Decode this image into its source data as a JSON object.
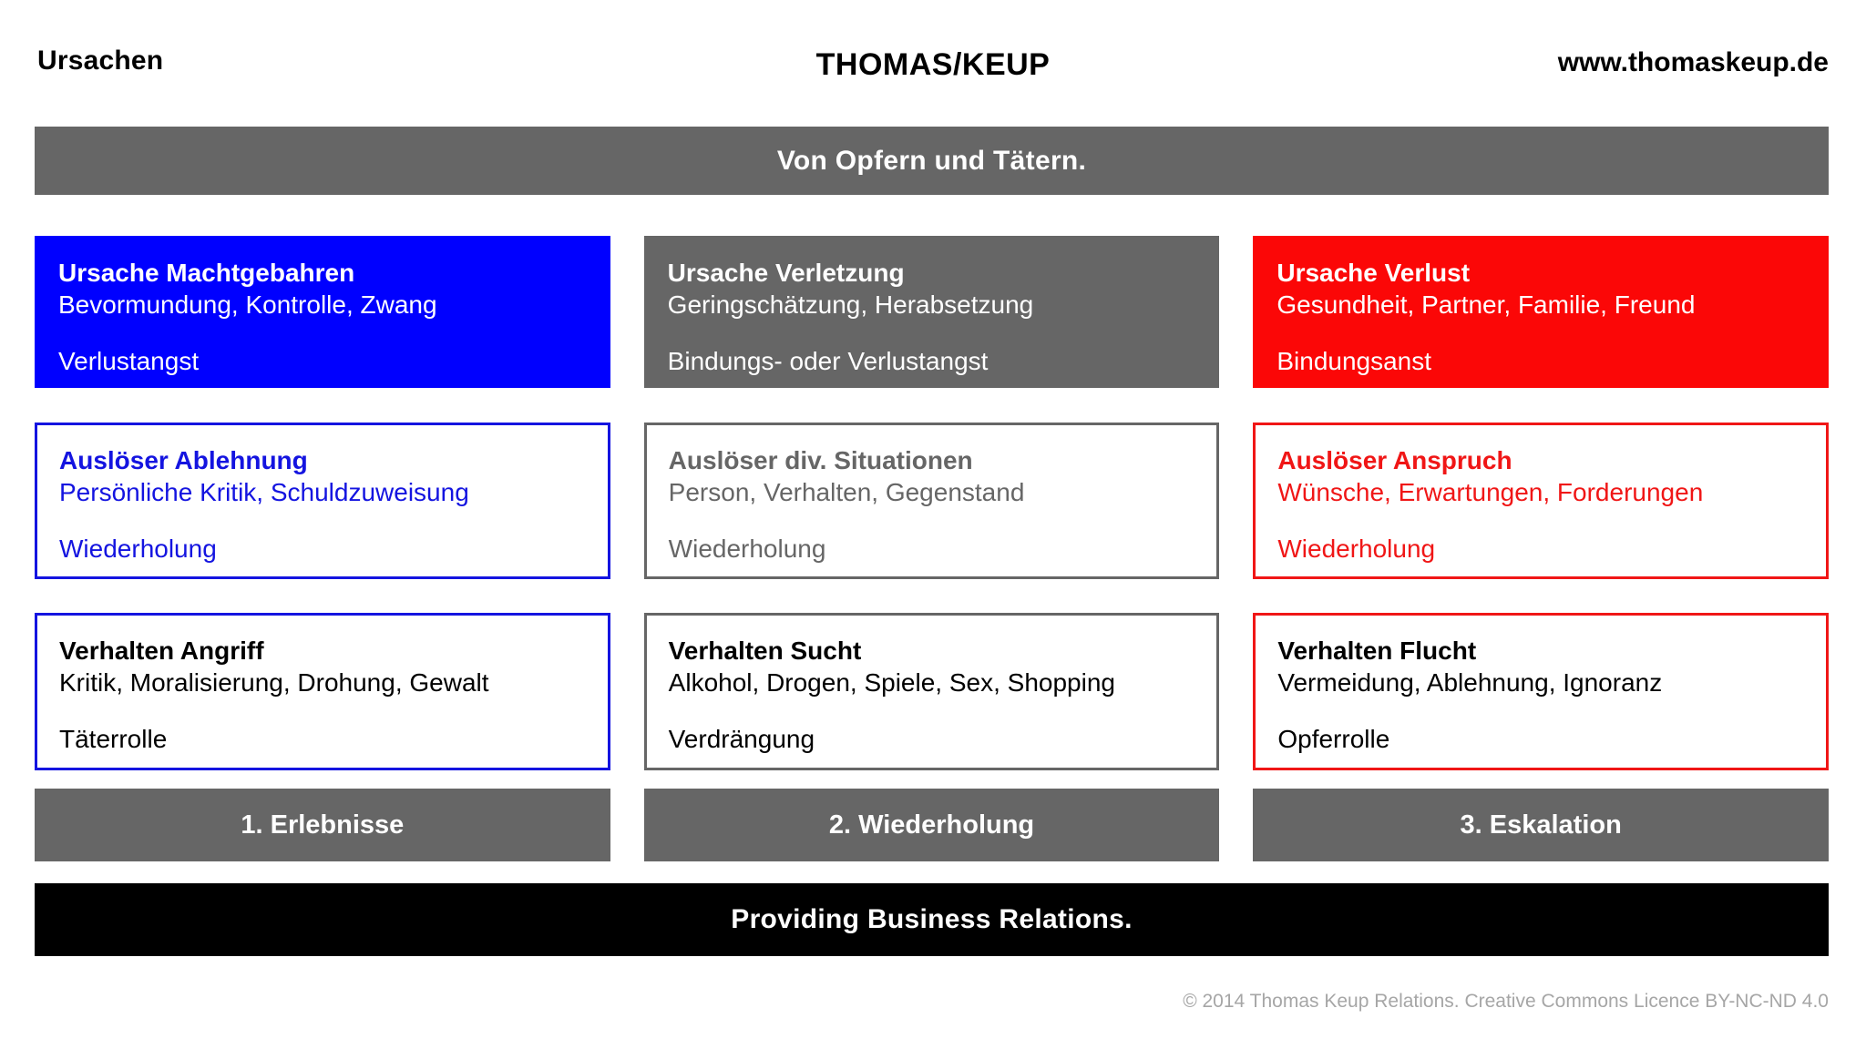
{
  "header": {
    "left_label": "Ursachen",
    "brand": "THOMAS/KEUP",
    "website": "www.thomaskeup.de"
  },
  "banners": {
    "top": "Von Opfern und Tätern.",
    "bottom": "Providing Business Relations."
  },
  "colors": {
    "blue": "#0000FF",
    "gray": "#666666",
    "red": "#FB0707",
    "black": "#000000",
    "white": "#FFFFFF",
    "copyright_gray": "#A6A6A6"
  },
  "rows": [
    {
      "name": "ursache",
      "cards": [
        {
          "title": "Ursache Machtgebahren",
          "subtitle": "Bevormundung, Kontrolle, Zwang",
          "note": "Verlustangst"
        },
        {
          "title": "Ursache Verletzung",
          "subtitle": "Geringschätzung, Herabsetzung",
          "note": "Bindungs- oder Verlustangst"
        },
        {
          "title": "Ursache Verlust",
          "subtitle": "Gesundheit, Partner, Familie, Freund",
          "note": "Bindungsanst"
        }
      ]
    },
    {
      "name": "ausloeser",
      "cards": [
        {
          "title": "Auslöser Ablehnung",
          "subtitle": "Persönliche Kritik, Schuldzuweisung",
          "note": "Wiederholung"
        },
        {
          "title": "Auslöser div. Situationen",
          "subtitle": "Person, Verhalten, Gegenstand",
          "note": "Wiederholung"
        },
        {
          "title": "Auslöser Anspruch",
          "subtitle": "Wünsche, Erwartungen, Forderungen",
          "note": "Wiederholung"
        }
      ]
    },
    {
      "name": "verhalten",
      "cards": [
        {
          "title": "Verhalten Angriff",
          "subtitle": "Kritik, Moralisierung, Drohung, Gewalt",
          "note": "Täterrolle"
        },
        {
          "title": "Verhalten Sucht",
          "subtitle": "Alkohol, Drogen, Spiele, Sex, Shopping",
          "note": "Verdrängung"
        },
        {
          "title": "Verhalten Flucht",
          "subtitle": "Vermeidung, Ablehnung,  Ignoranz",
          "note": "Opferrolle"
        }
      ]
    }
  ],
  "stages": [
    {
      "label": "1. Erlebnisse"
    },
    {
      "label": "2. Wiederholung"
    },
    {
      "label": "3. Eskalation"
    }
  ],
  "copyright": "© 2014 Thomas Keup Relations. Creative Commons Licence BY-NC-ND 4.0"
}
